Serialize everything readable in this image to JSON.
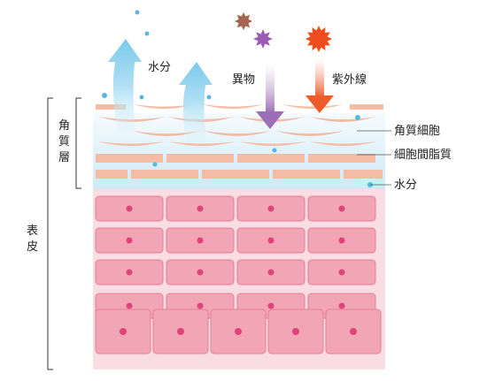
{
  "labels": {
    "water_top": "水分",
    "foreign_matter": "異物",
    "uv": "紫外線",
    "corneocyte": "角質細胞",
    "intercellular_lipid": "細胞間脂質",
    "water_side": "水分",
    "stratum_corneum": [
      "角",
      "質",
      "層"
    ],
    "epidermis": [
      "表",
      "皮"
    ]
  },
  "colors": {
    "cell_fill": "#f2a5b4",
    "cell_stroke": "#e57f97",
    "nucleus": "#e0447a",
    "layer_bg": "#f9dde3",
    "corneum_bg": "#dff0f8",
    "flake": "#f4bba5",
    "water_arrow": "#8fd2ee",
    "water_dot": "#5ab8e0",
    "foreign_arrow": "#9b6fb8",
    "uv_arrow": "#ee5a2a",
    "particle_brown": "#a3654f",
    "particle_purple": "#9b5bb5",
    "uv_sun": "#ee4e1e"
  },
  "icons": [
    "foreign-particle-brown-icon",
    "foreign-particle-purple-icon",
    "uv-sun-icon",
    "water-arrow-icon",
    "water-droplet-icon"
  ]
}
